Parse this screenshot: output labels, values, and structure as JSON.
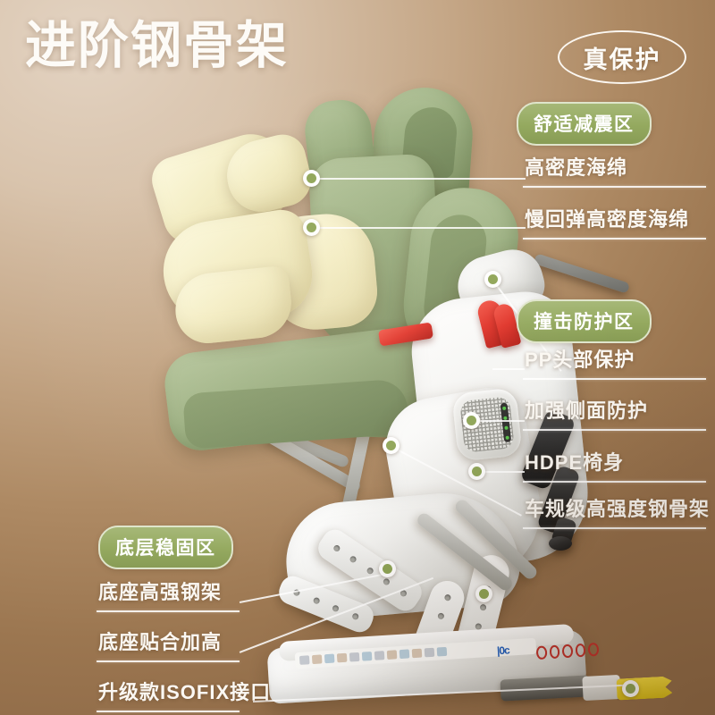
{
  "poster": {
    "title": "进阶钢骨架",
    "seal_badge": "真保护",
    "background": {
      "light": "#e3d3c2",
      "mid": "#c5a787",
      "dark": "#936e4a"
    },
    "accent_green": "#8fa557",
    "accent_red": "#e0342a",
    "accent_yellow": "#e8c832"
  },
  "zones": [
    {
      "id": "comfort",
      "badge": "舒适减震区"
    },
    {
      "id": "impact",
      "badge": "撞击防护区"
    },
    {
      "id": "stability",
      "badge": "底层稳固区"
    }
  ],
  "callouts": {
    "comfort": [
      {
        "label": "高密度海绵"
      },
      {
        "label": "慢回弹高密度海绵"
      }
    ],
    "impact": [
      {
        "label": "PP头部保护"
      },
      {
        "label": "加强侧面防护"
      },
      {
        "label": "HDPE椅身"
      },
      {
        "label": "车规级高强度钢骨架"
      }
    ],
    "stability": [
      {
        "label": "底座高强钢架"
      },
      {
        "label": "底座贴合加高"
      },
      {
        "label": "升级款ISOFIX接口"
      }
    ]
  },
  "product": {
    "type": "child-car-seat-exploded-view",
    "parts": [
      {
        "name": "high-density-foam-pad",
        "color": "#f4eec5"
      },
      {
        "name": "slow-rebound-foam-pad",
        "color": "#e3daa7"
      },
      {
        "name": "green-fabric-headrest",
        "color": "#9db183"
      },
      {
        "name": "green-fabric-backrest",
        "color": "#879a6c"
      },
      {
        "name": "green-fabric-seat",
        "color": "#9fb388"
      },
      {
        "name": "white-hdpe-shell",
        "color": "#f4f4f2"
      },
      {
        "name": "side-impact-pod",
        "color": "#e4e4e0"
      },
      {
        "name": "steel-support-arm",
        "color": "#2b2b2b"
      },
      {
        "name": "red-release-handle",
        "color": "#e0342a"
      },
      {
        "name": "grey-steel-frame",
        "color": "#b9b9b4"
      },
      {
        "name": "isofix-connector-tip",
        "color": "#e8c832"
      }
    ]
  }
}
